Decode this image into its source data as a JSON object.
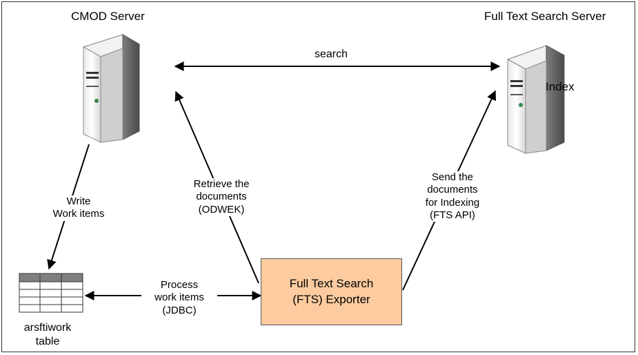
{
  "servers": {
    "cmod": {
      "title": "CMOD Server"
    },
    "fts": {
      "title": "Full Text Search Server",
      "inner_label": "Index"
    }
  },
  "exporter": {
    "label": "Full Text Search\n(FTS) Exporter",
    "fill": "#fccb9f"
  },
  "table": {
    "label": "arsftiwork\ntable"
  },
  "arrows": {
    "search": "search",
    "write": "Write\nWork items",
    "retrieve": "Retrieve the\ndocuments\n(ODWEK)",
    "send": "Send the\ndocuments\nfor Indexing\n(FTS    API)",
    "process": "Process\nwork items\n(JDBC)"
  }
}
